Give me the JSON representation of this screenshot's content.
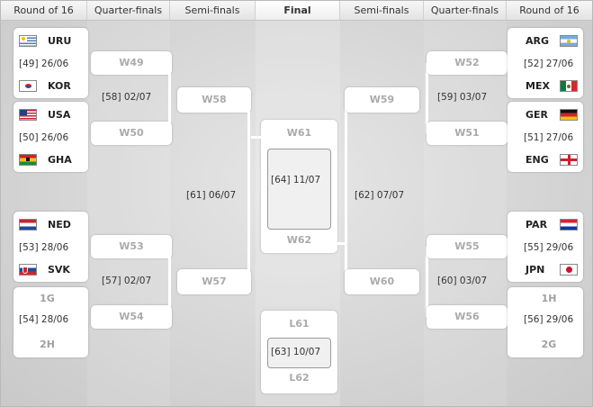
{
  "headers": [
    "Round of 16",
    "Quarter-finals",
    "Semi-finals",
    "Final",
    "Semi-finals",
    "Quarter-finals",
    "Round of 16"
  ],
  "r16": {
    "m49": {
      "date": "[49] 26/06",
      "t1": "URU",
      "t2": "KOR"
    },
    "m50": {
      "date": "[50] 26/06",
      "t1": "USA",
      "t2": "GHA"
    },
    "m53": {
      "date": "[53] 28/06",
      "t1": "NED",
      "t2": "SVK"
    },
    "m54": {
      "date": "[54] 28/06",
      "t1": "1G",
      "t2": "2H"
    },
    "m52": {
      "date": "[52] 27/06",
      "t1": "ARG",
      "t2": "MEX"
    },
    "m51": {
      "date": "[51] 27/06",
      "t1": "GER",
      "t2": "ENG"
    },
    "m55": {
      "date": "[55] 29/06",
      "t1": "PAR",
      "t2": "JPN"
    },
    "m56": {
      "date": "[56] 29/06",
      "t1": "1H",
      "t2": "2G"
    }
  },
  "qf": {
    "m58": {
      "date": "[58] 02/07",
      "a": "W49",
      "b": "W50"
    },
    "m57": {
      "date": "[57] 02/07",
      "a": "W53",
      "b": "W54"
    },
    "m59": {
      "date": "[59] 03/07",
      "a": "W52",
      "b": "W51"
    },
    "m60": {
      "date": "[60] 03/07",
      "a": "W55",
      "b": "W56"
    }
  },
  "sf": {
    "m61": {
      "date": "[61] 06/07",
      "a": "W58",
      "b": "W57"
    },
    "m62": {
      "date": "[62] 07/07",
      "a": "W59",
      "b": "W60"
    }
  },
  "final": {
    "date": "[64] 11/07",
    "a": "W61",
    "b": "W62"
  },
  "third": {
    "date": "[63] 10/07",
    "a": "L61",
    "b": "L62"
  },
  "flags": {
    "uru": "uruguay-flag",
    "kor": "south-korea-flag",
    "usa": "usa-flag",
    "gha": "ghana-flag",
    "ned": "netherlands-flag",
    "svk": "slovakia-flag",
    "arg": "argentina-flag",
    "mex": "mexico-flag",
    "ger": "germany-flag",
    "eng": "england-flag",
    "par": "paraguay-flag",
    "jpn": "japan-flag"
  }
}
